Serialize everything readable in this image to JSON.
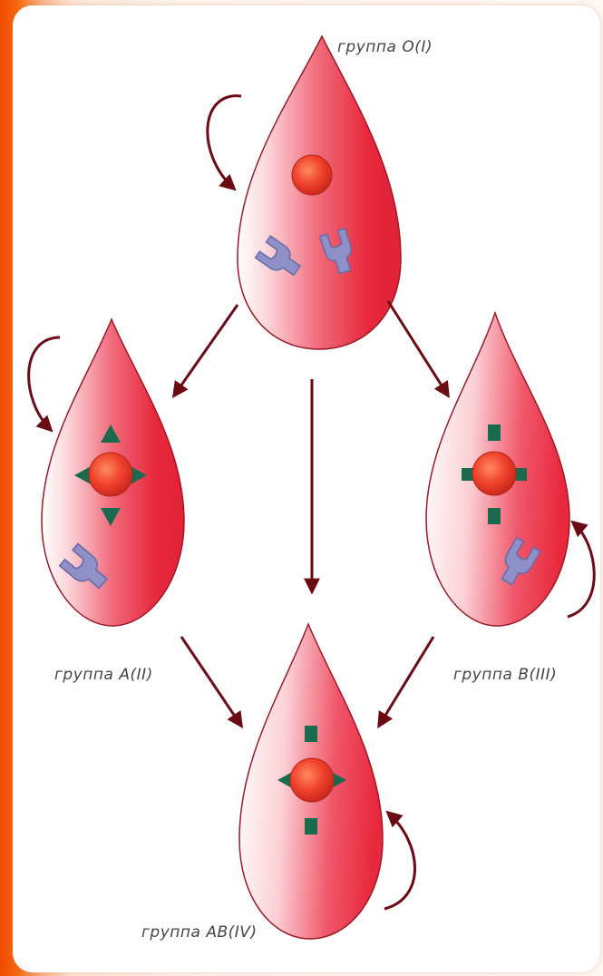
{
  "diagram": {
    "groups": [
      {
        "id": "O",
        "label": "группа O(I)"
      },
      {
        "id": "A",
        "label": "группа A(II)"
      },
      {
        "id": "B",
        "label": "группа B(III)"
      },
      {
        "id": "AB",
        "label": "группа AB(IV)"
      }
    ],
    "colors": {
      "drop_red": "#e8283c",
      "drop_light": "#ffffff",
      "cell": "#f0422c",
      "antigen": "#1a6a4e",
      "antibody": "#8f90c8",
      "arrow": "#6b0b14"
    }
  }
}
